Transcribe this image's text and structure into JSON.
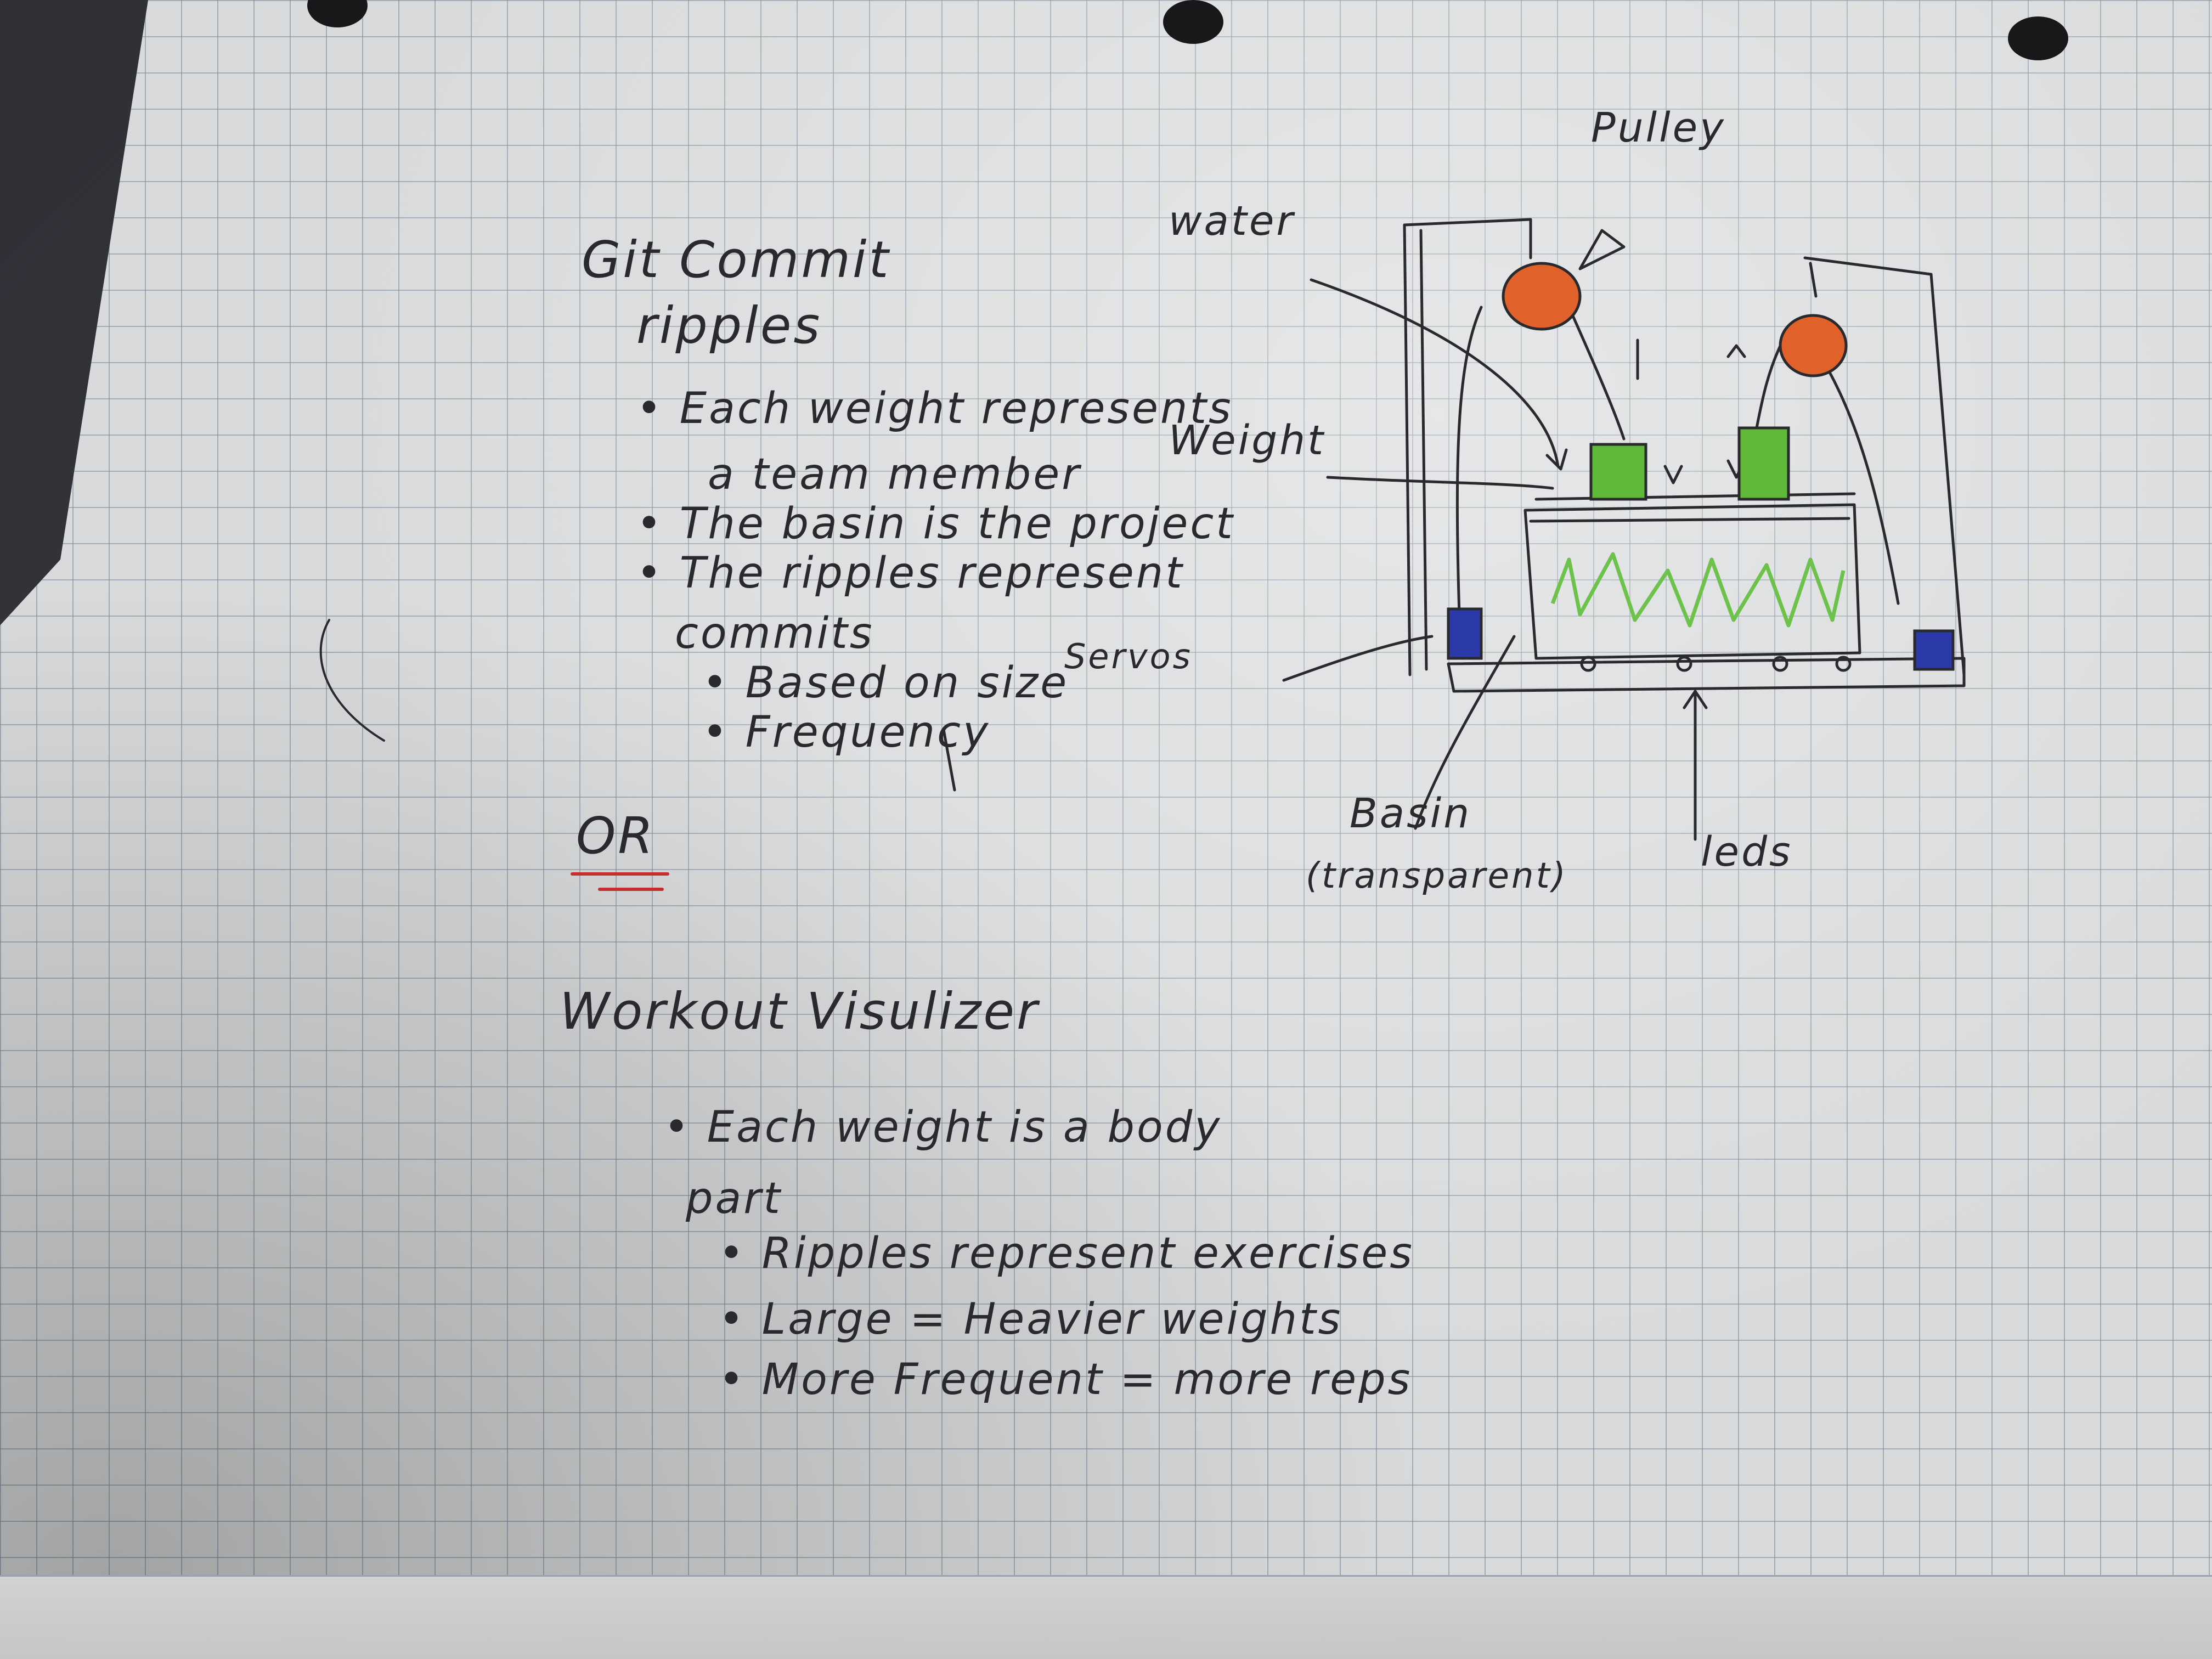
{
  "notes": {
    "idea1_title_line1": "Git Commit",
    "idea1_title_line2": "ripples",
    "idea1_b1_line1": "• Each weight represents",
    "idea1_b1_line2": "a team member",
    "idea1_b2": "• The basin is the project",
    "idea1_b3_line1": "• The ripples represent",
    "idea1_b3_line2": "commits",
    "idea1_sub1": "• Based on size",
    "idea1_sub2": "• Frequency",
    "or_label": "OR",
    "idea2_title": "Workout Visulizer",
    "idea2_b1_line1": "• Each weight is a body",
    "idea2_b1_line2": "part",
    "idea2_sub1": "• Ripples represent exercises",
    "idea2_sub2": "• Large = Heavier weights",
    "idea2_sub3": "• More Frequent = more reps"
  },
  "sketch": {
    "label_pulley": "Pulley",
    "label_water": "water",
    "label_weight": "Weight",
    "label_servos": "Servos",
    "label_basin_line1": "Basin",
    "label_basin_line2": "(transparent)",
    "label_leds": "leds"
  },
  "colors": {
    "ink": "#2a2a2e",
    "pulley": "#e0622a",
    "weight": "#5fb83a",
    "servo": "#2b3aa8",
    "water": "#6cc24a",
    "red_ink": "#c62d2d"
  }
}
